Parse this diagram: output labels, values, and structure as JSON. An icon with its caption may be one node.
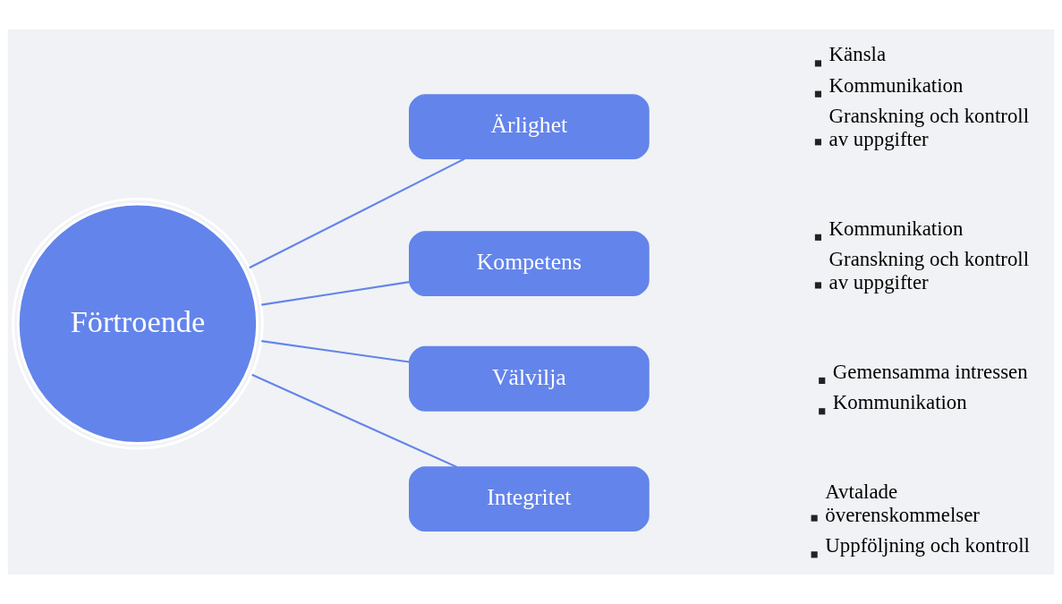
{
  "diagram": {
    "nodes": [
      {
        "text": [
          "Förtroende"
        ]
      },
      {
        "text": [
          "Ärlighet"
        ],
        "beside": [
          "Känsla",
          "Kommunikation",
          "Granskning och kontroll av uppgifter"
        ]
      },
      {
        "text": [
          "Kompetens"
        ],
        "beside": [
          "Kommunikation",
          "Granskning och kontroll av uppgifter"
        ]
      },
      {
        "text": [
          "Välvilja"
        ],
        "beside": [
          "Gemensamma intressen",
          "Kommunikation"
        ]
      },
      {
        "text": [
          "Integritet"
        ],
        "beside": [
          "Avtalade överenskommelser",
          "Uppföljning och kontroll"
        ]
      }
    ],
    "edges": [
      {
        "from": 0,
        "to": 1,
        "arrow": "none"
      },
      {
        "from": 0,
        "to": 2,
        "arrow": "none"
      },
      {
        "from": 0,
        "to": 3,
        "arrow": "none"
      },
      {
        "from": 0,
        "to": 4,
        "arrow": "none"
      }
    ]
  }
}
